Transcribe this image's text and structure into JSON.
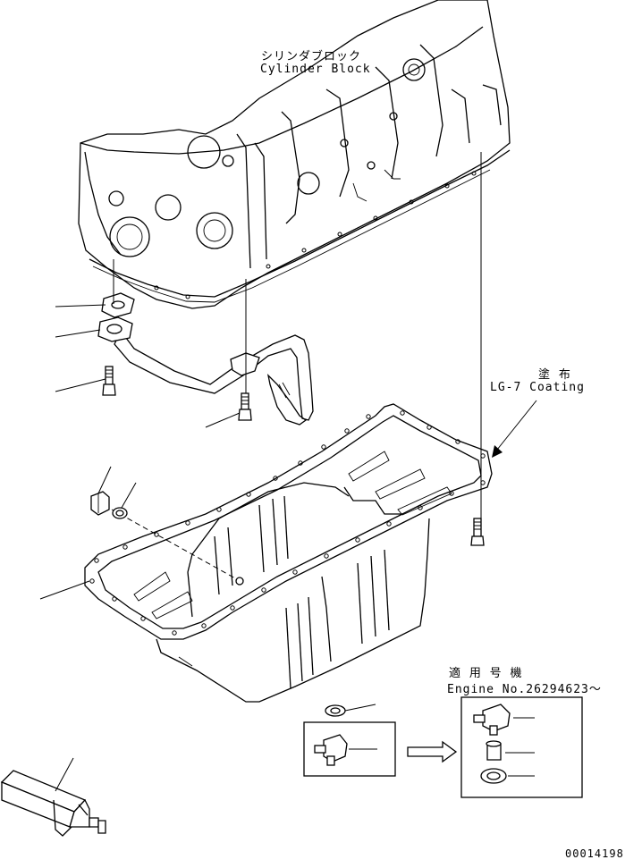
{
  "labels": {
    "cylinder_block_jp": "シリンダブロック",
    "cylinder_block_en": "Cylinder Block",
    "coating_jp": "塗 布",
    "coating_en": "LG-7 Coating",
    "applicable_jp": "適 用 号 機",
    "applicable_en": "Engine No.26294623～",
    "drawing_number": "00014198"
  }
}
